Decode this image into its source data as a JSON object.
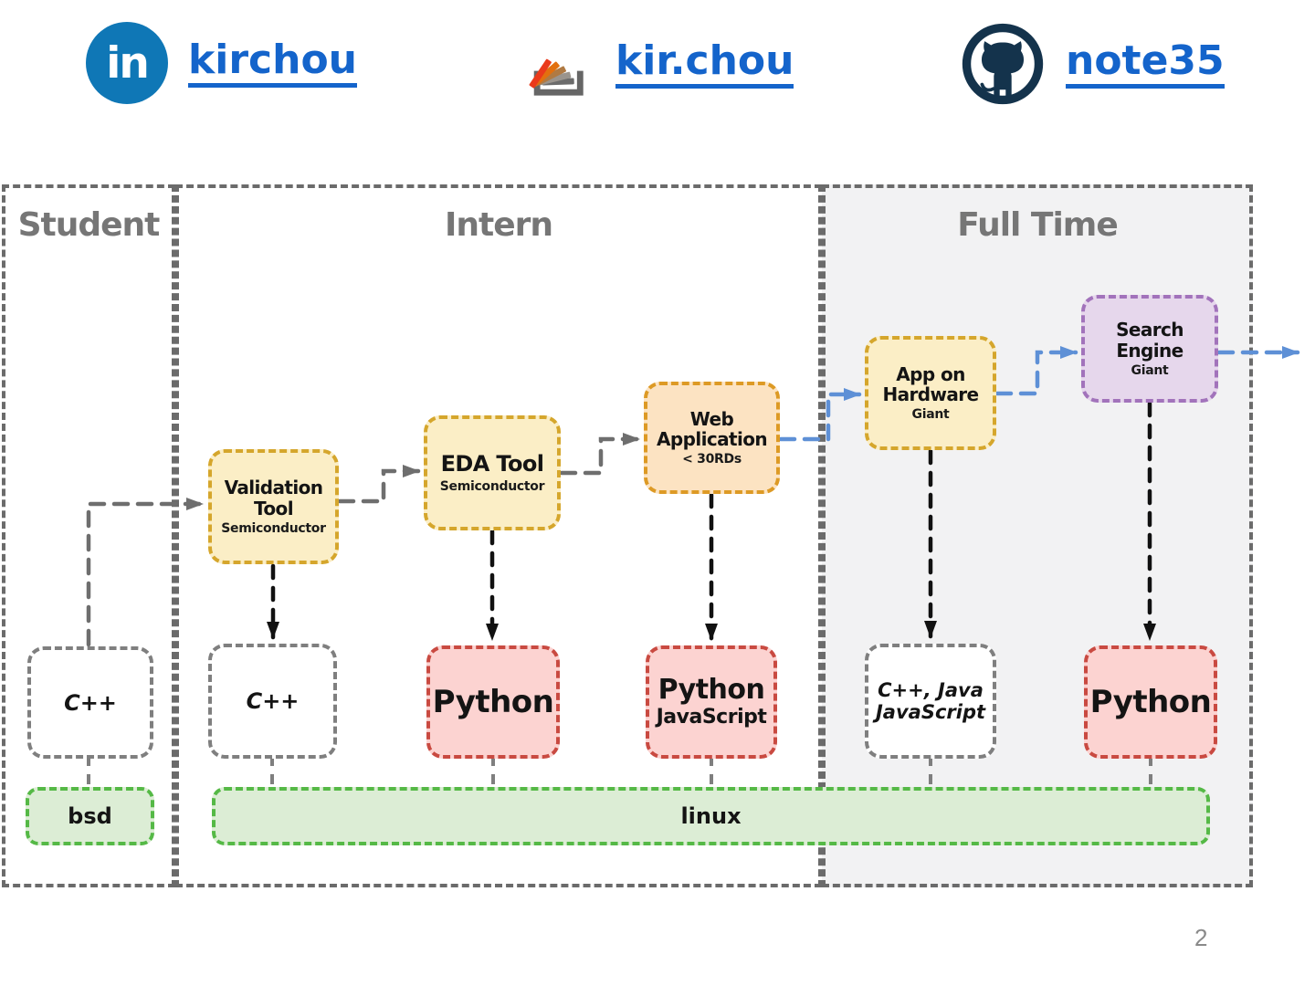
{
  "page_number": "2",
  "header": {
    "linkedin": {
      "label": "kirchou",
      "icon_text": "in"
    },
    "stackoverflow": {
      "label": "kir.chou"
    },
    "github": {
      "label": "note35"
    }
  },
  "sections": {
    "student": {
      "title": "Student"
    },
    "intern": {
      "title": "Intern"
    },
    "fulltime": {
      "title": "Full Time"
    }
  },
  "boxes": {
    "validation_tool": {
      "title": "Validation Tool",
      "subtitle": "Semiconductor"
    },
    "eda_tool": {
      "title": "EDA Tool",
      "subtitle": "Semiconductor"
    },
    "web_application": {
      "title": "Web Application",
      "subtitle": "< 30RDs"
    },
    "app_on_hardware": {
      "title": "App on Hardware",
      "subtitle": "Giant"
    },
    "search_engine": {
      "title": "Search Engine",
      "subtitle": "Giant"
    },
    "cpp_student": {
      "title": "C++"
    },
    "cpp_intern": {
      "title": "C++"
    },
    "python_intern": {
      "title": "Python"
    },
    "python_js": {
      "title": "Python",
      "subtitle": "JavaScript"
    },
    "cpp_java_js": {
      "title": "C++, Java",
      "subtitle": "JavaScript"
    },
    "python_fulltime": {
      "title": "Python"
    },
    "bsd": {
      "title": "bsd"
    },
    "linux": {
      "title": "linux"
    }
  },
  "colors": {
    "link_blue": "#1464cb",
    "arrow_blue": "#5e90d6",
    "arrow_gray": "#6e6e6e",
    "arrow_black": "#111111",
    "yellow_fill": "#fbeec6",
    "yellow_border": "#d5a62c",
    "orange_fill": "#fce3c2",
    "orange_border": "#dd9a25",
    "pink_fill": "#fcd3d1",
    "pink_border": "#c94a41",
    "purple_fill": "#e6d7ec",
    "purple_border": "#a273bb",
    "green_fill": "#dcedd5",
    "green_border": "#55b946",
    "fulltime_bg": "#f2f2f3",
    "linkedin_blue": "#0f77b6",
    "stackoverflow_gray": "#666666",
    "github_navy": "#14334c"
  }
}
